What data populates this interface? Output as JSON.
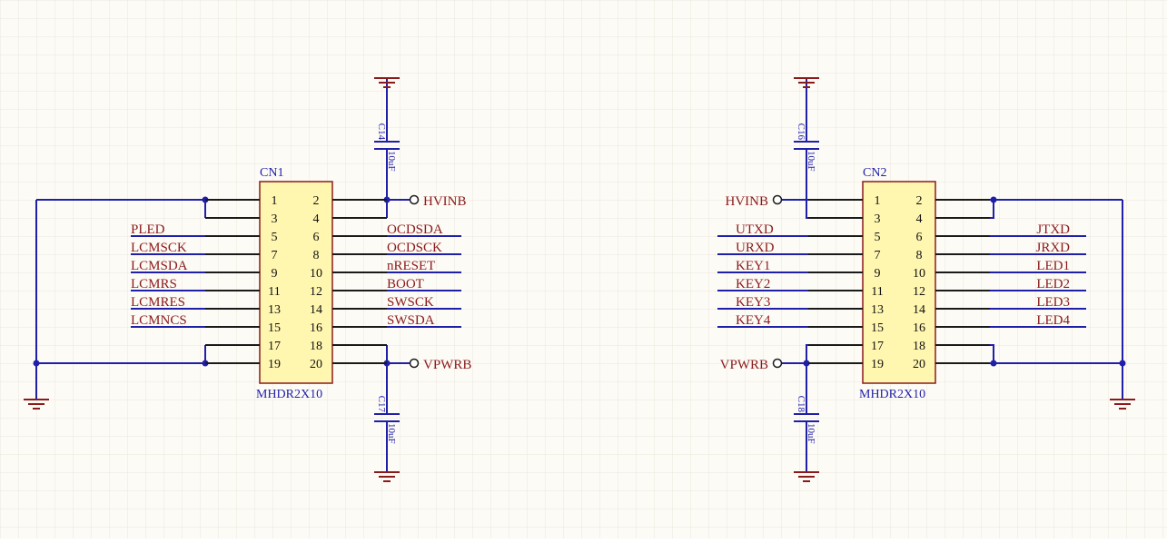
{
  "colors": {
    "background": "#fdfbf6",
    "grid": "#ece7dc",
    "wire": "#1f1fa8",
    "net_label": "#8b1a1a",
    "component_body": "#fff6b0",
    "component_border": "#8b1a1a",
    "junction": "#1f1fa8"
  },
  "cn1": {
    "designator": "CN1",
    "part": "MHDR2X10",
    "pins_left": [
      "1",
      "3",
      "5",
      "7",
      "9",
      "11",
      "13",
      "15",
      "17",
      "19"
    ],
    "pins_right": [
      "2",
      "4",
      "6",
      "8",
      "10",
      "12",
      "14",
      "16",
      "18",
      "20"
    ],
    "nets_left": [
      "PLED",
      "LCMSCK",
      "LCMSDA",
      "LCMRS",
      "LCMRES",
      "LCMNCS"
    ],
    "nets_right": [
      "OCDSDA",
      "OCDSCK",
      "nRESET",
      "BOOT",
      "SWSCK",
      "SWSDA"
    ],
    "port_top": "HVINB",
    "port_bottom": "VPWRB"
  },
  "cn2": {
    "designator": "CN2",
    "part": "MHDR2X10",
    "pins_left": [
      "1",
      "3",
      "5",
      "7",
      "9",
      "11",
      "13",
      "15",
      "17",
      "19"
    ],
    "pins_right": [
      "2",
      "4",
      "6",
      "8",
      "10",
      "12",
      "14",
      "16",
      "18",
      "20"
    ],
    "nets_left": [
      "UTXD",
      "URXD",
      "KEY1",
      "KEY2",
      "KEY3",
      "KEY4"
    ],
    "nets_right": [
      "JTXD",
      "JRXD",
      "LED1",
      "LED2",
      "LED3",
      "LED4"
    ],
    "port_top": "HVINB",
    "port_bottom": "VPWRB"
  },
  "caps": [
    {
      "designator": "C14",
      "value": "10uF"
    },
    {
      "designator": "C17",
      "value": "10uF"
    },
    {
      "designator": "C16",
      "value": "10uF"
    },
    {
      "designator": "C18",
      "value": "10uF"
    }
  ],
  "symbols": {
    "ground": "ground-icon",
    "port": "port-circle-icon",
    "capacitor": "capacitor-icon",
    "junction": "junction-dot-icon"
  }
}
